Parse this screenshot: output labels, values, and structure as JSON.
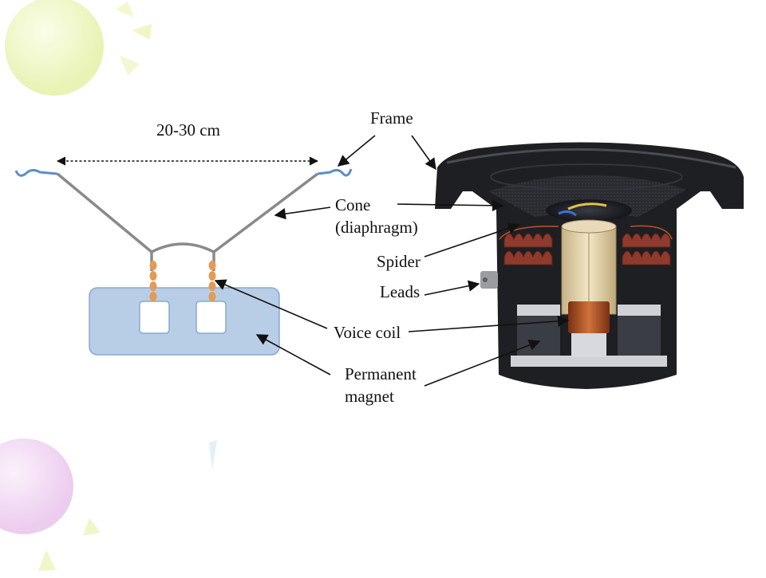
{
  "diagram": {
    "dimension_label": "20-30 cm",
    "labels": {
      "frame": "Frame",
      "cone_line1": "Cone",
      "cone_line2": "(diaphragm)",
      "spider": "Spider",
      "leads": "Leads",
      "voice_coil": "Voice coil",
      "magnet_line1": "Permanent",
      "magnet_line2": "magnet"
    },
    "colors": {
      "cone": "#808080",
      "surround": "#5b8fc7",
      "magnet_fill": "#b8cde6",
      "magnet_stroke": "#8aa9cf",
      "coil": "#e69a52",
      "frame_dark": "#1e1f22",
      "copper": "#b5562a",
      "decor_yellow": "#eef6c4",
      "decor_pink": "#f2d9f2"
    }
  }
}
